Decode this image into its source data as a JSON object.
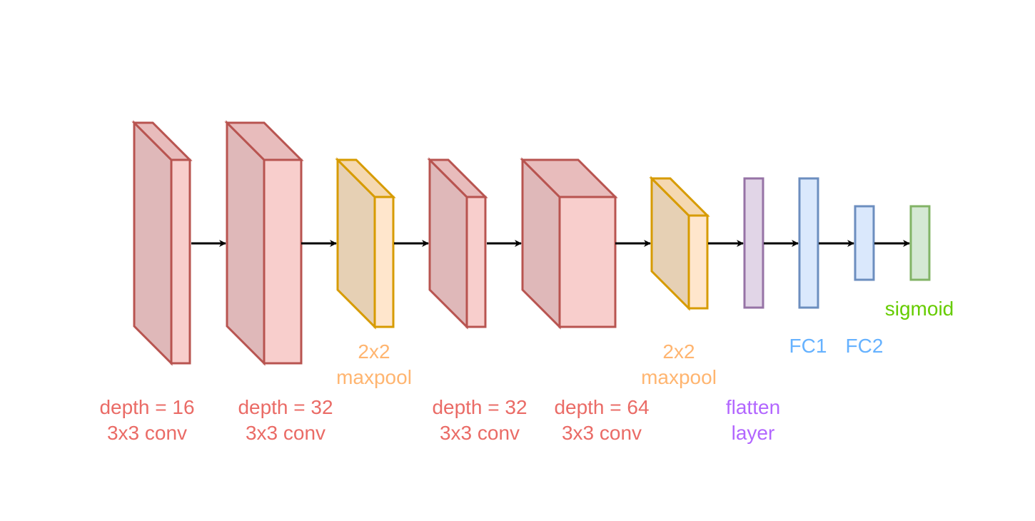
{
  "colors": {
    "conv_front": "#f8cecc",
    "conv_side": "#dfb8b9",
    "conv_top": "#e8bcbc",
    "conv_stroke": "#b85450",
    "pool_front": "#ffe6cc",
    "pool_side": "#e6d0b4",
    "pool_top": "#f5d8b0",
    "pool_stroke": "#d79b00",
    "flatten_fill": "#e1d5e7",
    "flatten_stroke": "#9673a6",
    "fc_fill": "#dae8fc",
    "fc_stroke": "#6c8ebf",
    "sigmoid_fill": "#d5e8d4",
    "sigmoid_stroke": "#82b366",
    "arrow": "#000000",
    "label_conv": "#ea6b66",
    "label_pool": "#ffb570",
    "label_flatten": "#b266ff",
    "label_fc": "#66b2ff",
    "label_sigmoid": "#66cc00"
  },
  "layers": [
    {
      "name": "conv1",
      "kind": "conv",
      "line1": "depth = 16",
      "line2": "3x3 conv"
    },
    {
      "name": "conv2",
      "kind": "conv",
      "line1": "depth = 32",
      "line2": "3x3 conv"
    },
    {
      "name": "pool1",
      "kind": "pool",
      "line1": "2x2",
      "line2": "maxpool"
    },
    {
      "name": "conv3",
      "kind": "conv",
      "line1": "depth = 32",
      "line2": "3x3 conv"
    },
    {
      "name": "conv4",
      "kind": "conv",
      "line1": "depth = 64",
      "line2": "3x3 conv"
    },
    {
      "name": "pool2",
      "kind": "pool",
      "line1": "2x2",
      "line2": "maxpool"
    },
    {
      "name": "flatten",
      "kind": "flatten",
      "line1": "flatten",
      "line2": "layer"
    },
    {
      "name": "fc1",
      "kind": "fc",
      "line1": "FC1"
    },
    {
      "name": "fc2",
      "kind": "fc",
      "line1": "FC2"
    },
    {
      "name": "sigmoid",
      "kind": "sigmoid",
      "line1": "sigmoid"
    }
  ]
}
